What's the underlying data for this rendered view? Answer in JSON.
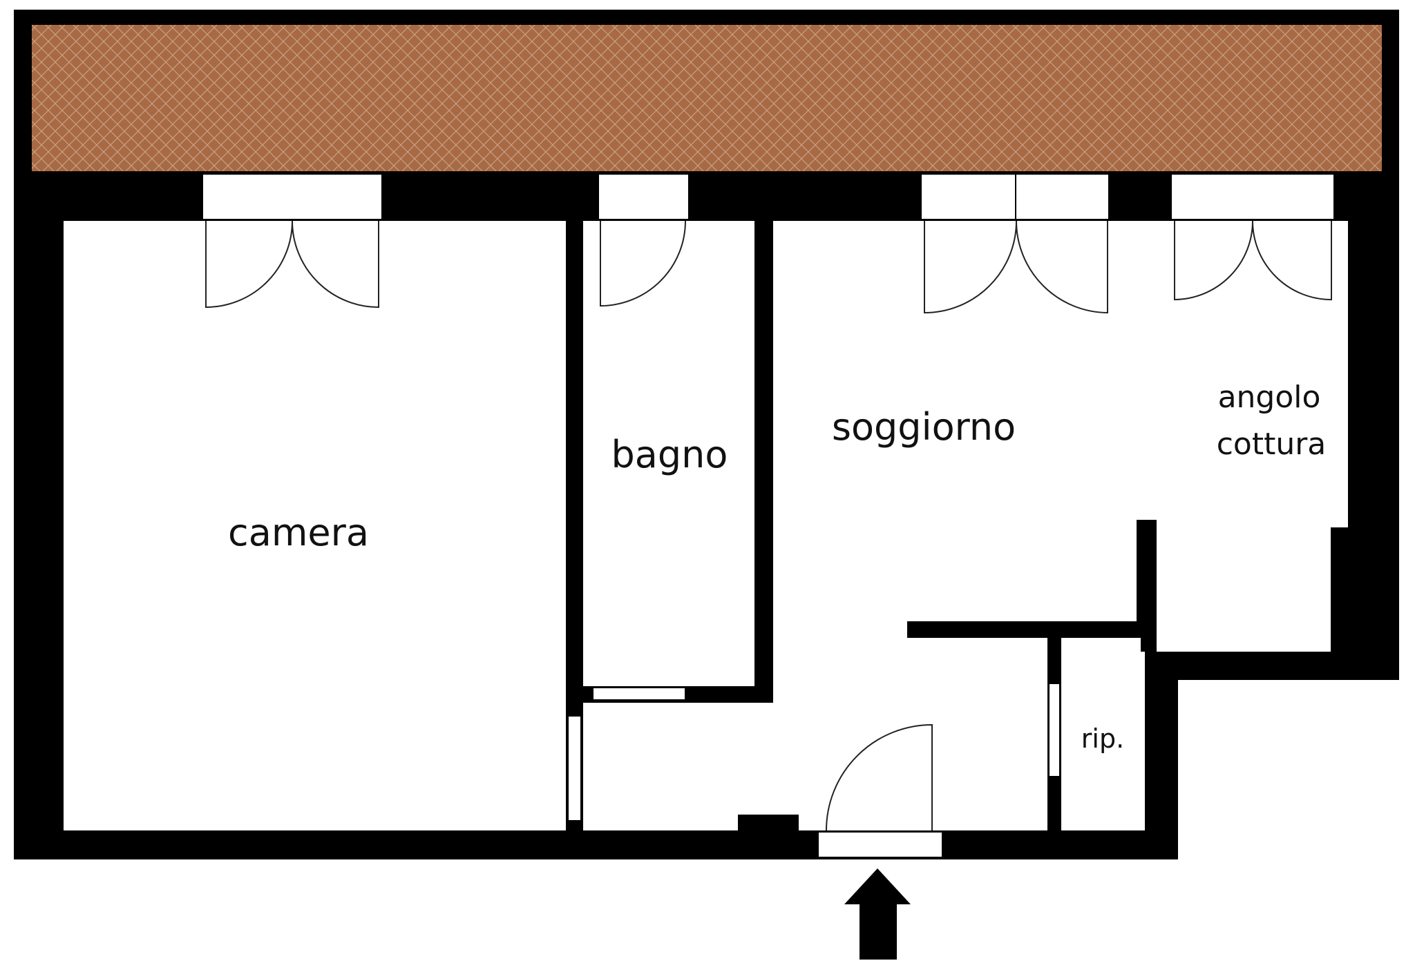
{
  "rooms": {
    "camera": "camera",
    "bagno": "bagno",
    "soggiorno": "soggiorno",
    "angolo_cottura_line1": "angolo",
    "angolo_cottura_line2": "cottura",
    "ripostiglio": "rip."
  },
  "colors": {
    "wall": "#000000",
    "floor": "#ffffff",
    "terrace_tile": "#a86a44",
    "terrace_grout": "#c9a285",
    "door_line": "#222222"
  },
  "icons": {
    "entrance": "entrance-arrow-icon"
  }
}
